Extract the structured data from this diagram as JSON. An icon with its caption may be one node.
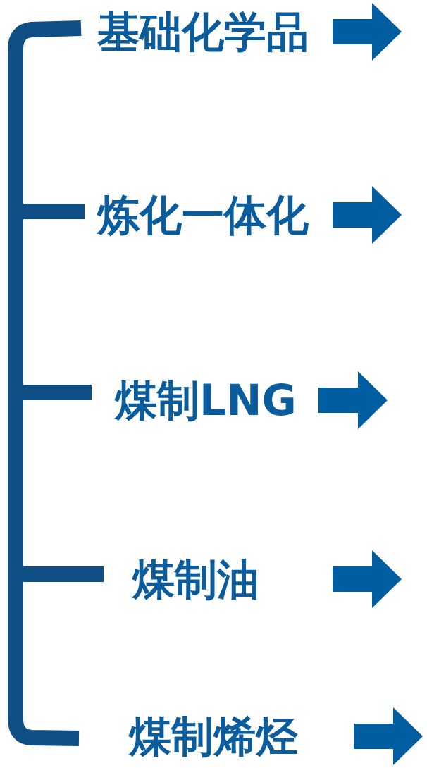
{
  "diagram": {
    "nodes": [
      {
        "text": [
          "基础化学品"
        ]
      },
      {
        "text": [
          "炼化一体化"
        ]
      },
      {
        "text": [
          "煤制LNG"
        ]
      },
      {
        "text": [
          "煤制油"
        ]
      },
      {
        "text": [
          "煤制烯烃"
        ]
      }
    ]
  }
}
